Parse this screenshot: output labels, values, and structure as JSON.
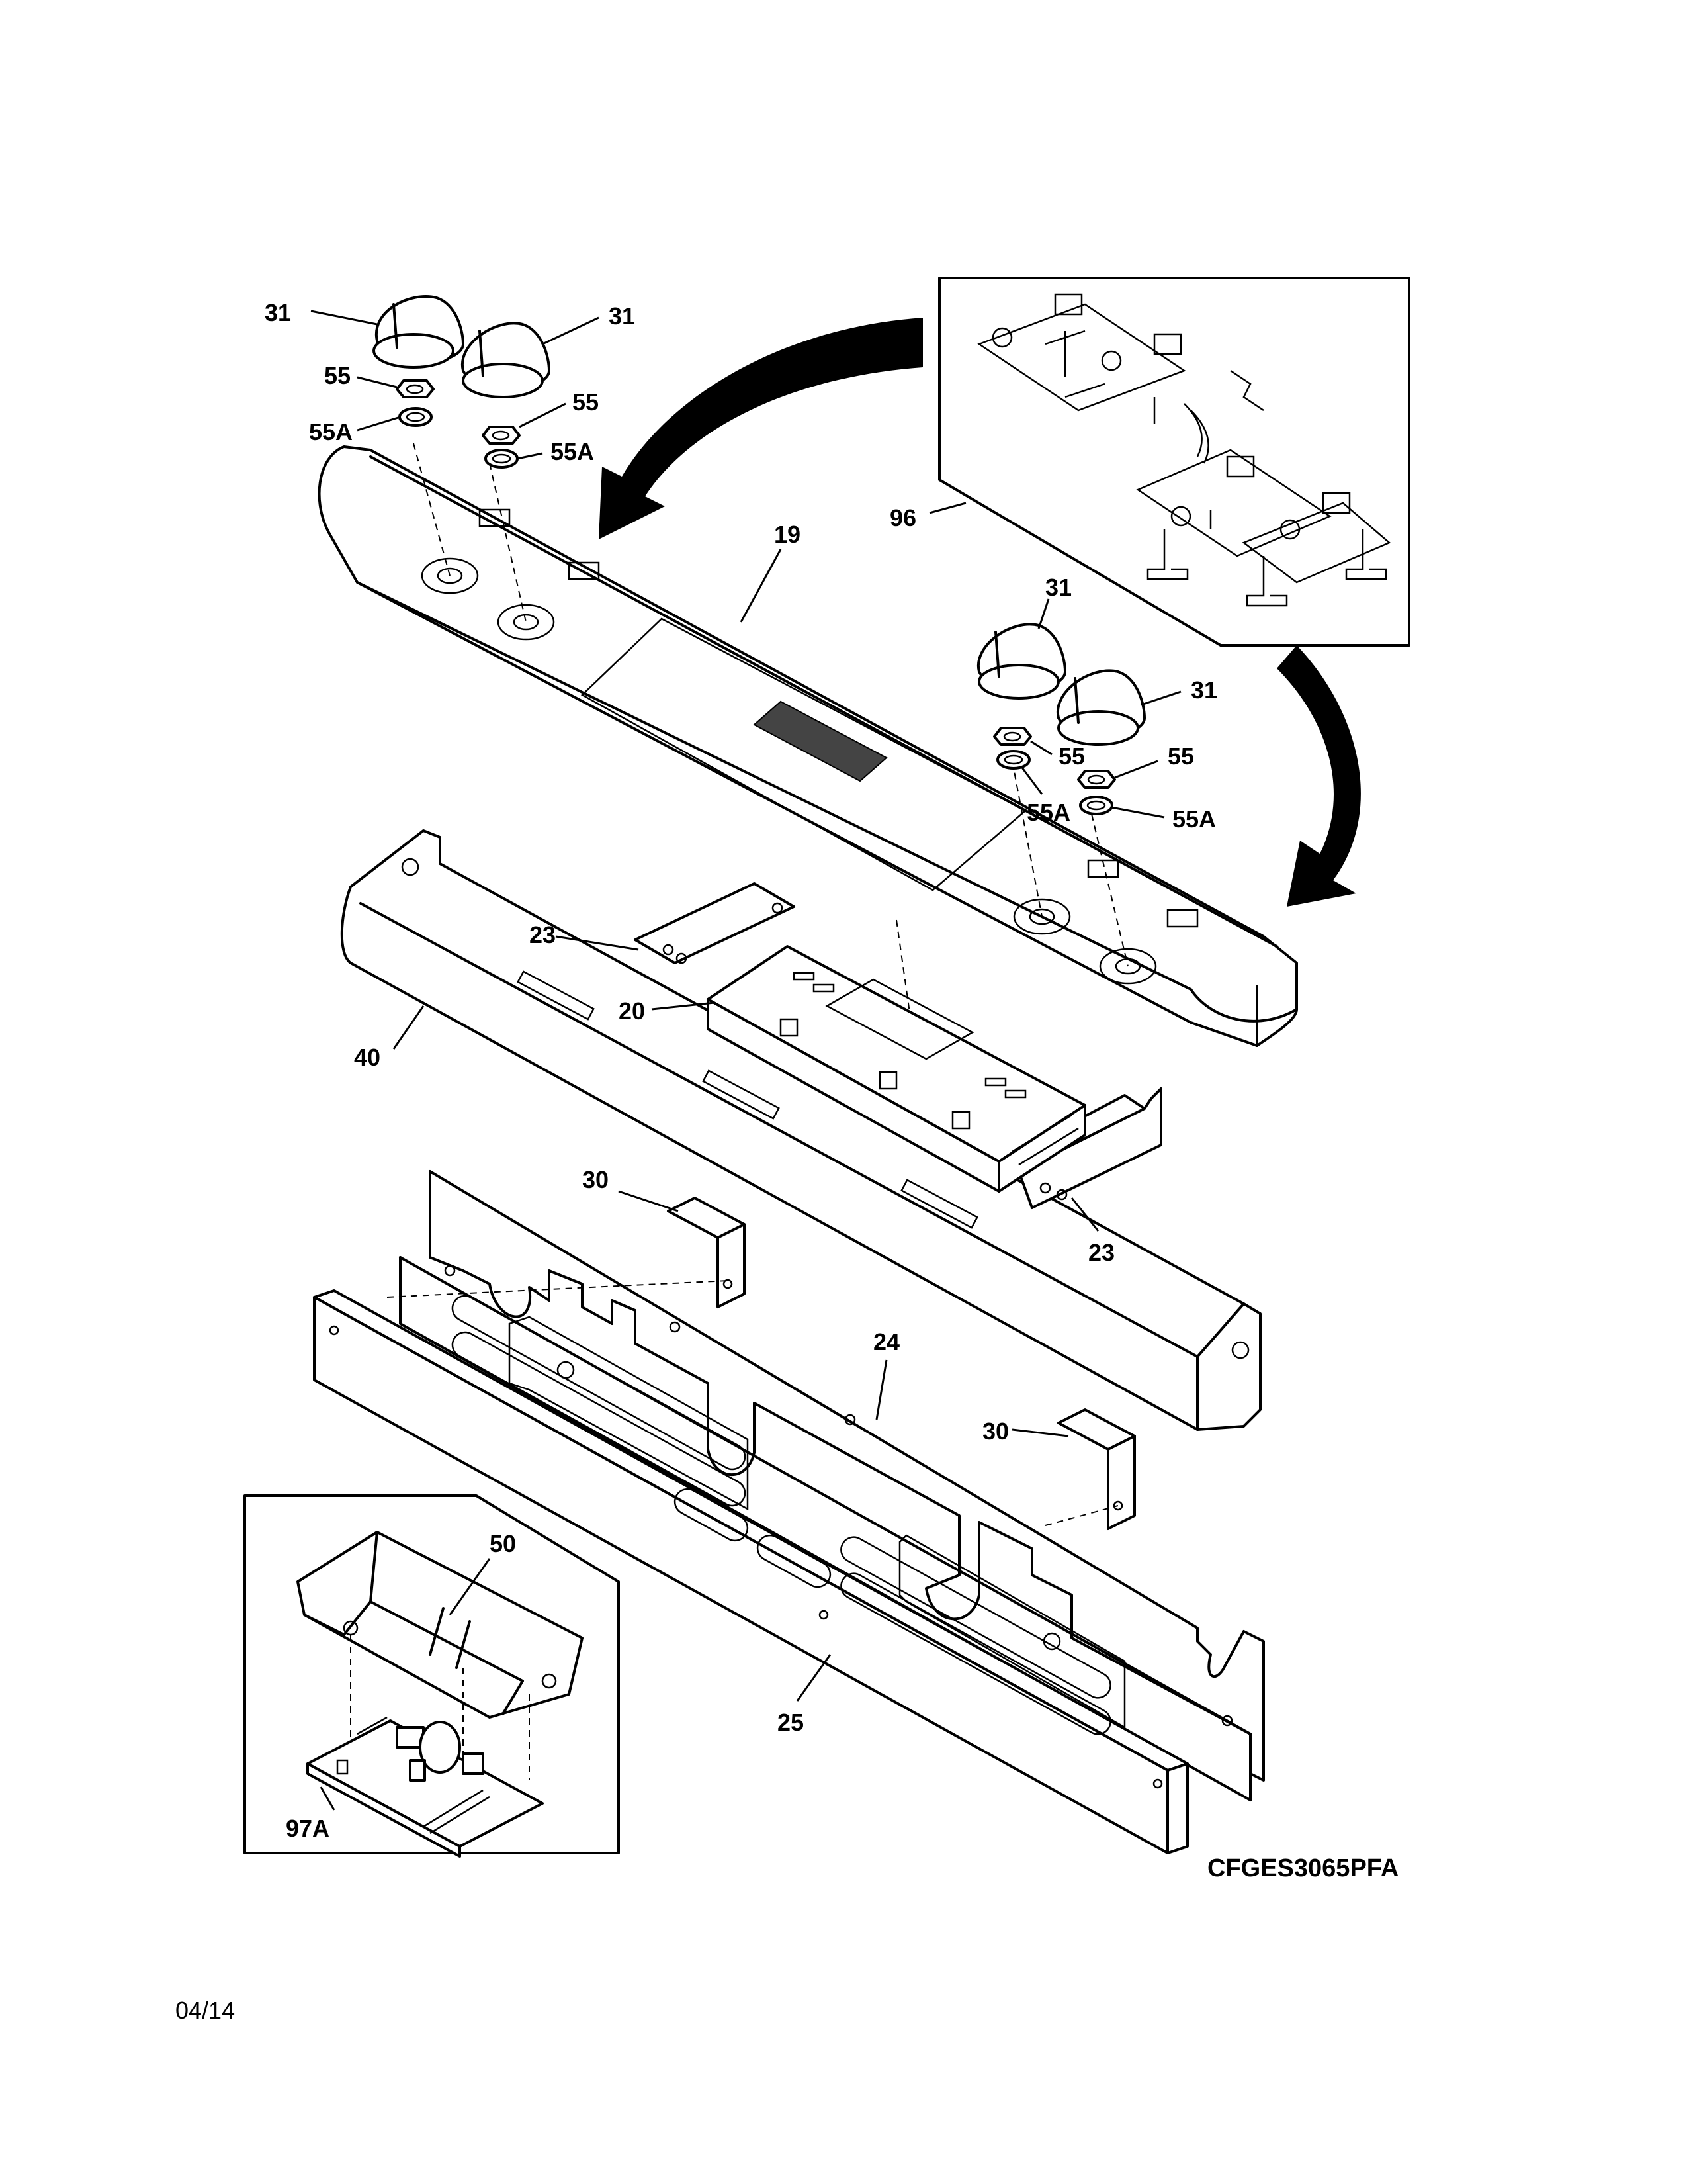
{
  "callouts": {
    "knob_tl": "31",
    "knob_tm": "31",
    "nut_tl": "55",
    "ring_tl": "55A",
    "nut_tm": "55",
    "ring_tm": "55A",
    "board_inset": "96",
    "control_panel": "19",
    "knob_rm": "31",
    "knob_rr": "31",
    "nut_rm": "55",
    "nut_rr": "55",
    "ring_rm": "55A",
    "ring_rr": "55A",
    "bracket_l": "23",
    "control_board": "20",
    "end_cap_trim": "40",
    "bracket_r": "23",
    "clip_l": "30",
    "backguard_frame": "24",
    "clip_r": "30",
    "relay_cover": "50",
    "bottom_rail": "25",
    "relay_board": "97A"
  },
  "model_code": "CFGES3065PFA",
  "date_code": "04/14"
}
